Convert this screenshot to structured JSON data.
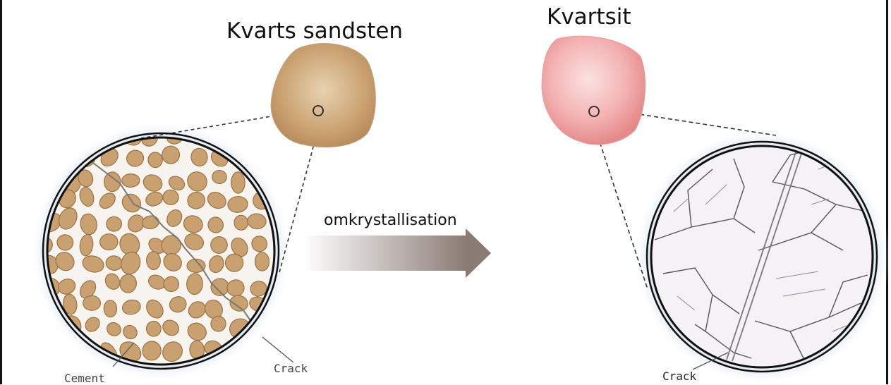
{
  "labels": {
    "sandstone_title": "Kvarts sandsten",
    "quartzite_title": "Kvartsit",
    "process": "omkrystallisation",
    "cement": "Cement",
    "crack_left": "Crack",
    "crack_right": "Crack"
  },
  "colors": {
    "sandstone": "#c49a64",
    "grain_fill": "#c9a06f",
    "grain_edge": "#9a7345",
    "quartzite": "#ef9a9a",
    "glow": "#bcd2e2",
    "arrow_dark": "#8a7b74"
  },
  "icons": {
    "arrow": "right-arrow-icon",
    "zoom_marker": "circle-icon"
  }
}
